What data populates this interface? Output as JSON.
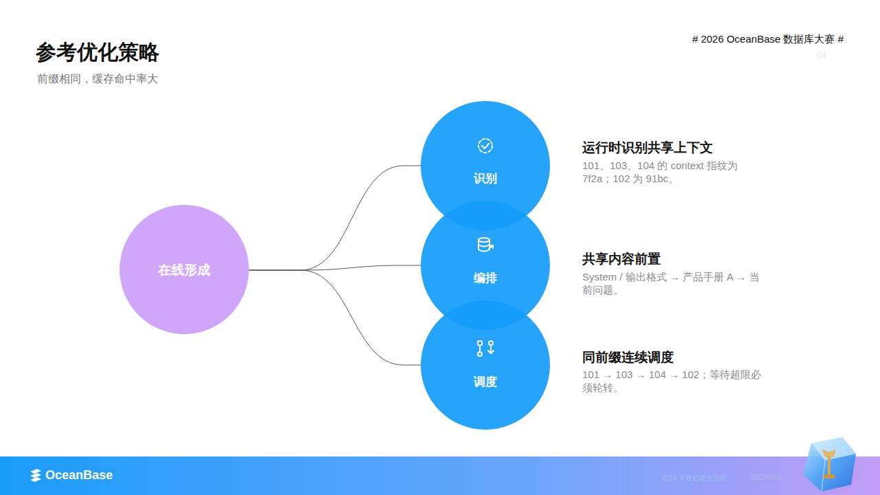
{
  "diagram": {
    "title": "参考优化策略",
    "caption": "前缀相同，缓存命中率大",
    "nodes": [
      {
        "text": [
          "在线形成"
        ]
      },
      {
        "text": [
          "识别",
          "运行时识别共享上下文",
          "101、103、104 的 context 指纹为 7f2a；102 为 91bc。"
        ]
      },
      {
        "text": [
          "编排",
          "共享内容前置",
          "System / 输出格式 → 产品手册 A → 当前问题。"
        ]
      },
      {
        "text": [
          "调度",
          "同前缀连续调度",
          "101 → 103 → 104 → 102；等待超限必须轮转。"
        ]
      }
    ],
    "edges": [
      {
        "from": 0,
        "to": 1,
        "arrow": "none"
      },
      {
        "from": 0,
        "to": 2,
        "arrow": "none"
      },
      {
        "from": 0,
        "to": 3,
        "arrow": "none"
      }
    ],
    "labels": [
      "# 2026 OceanBase 数据库大赛 #",
      "04",
      "OceanBase",
      "2026 大赛初赛交流群",
      "33026455"
    ]
  }
}
